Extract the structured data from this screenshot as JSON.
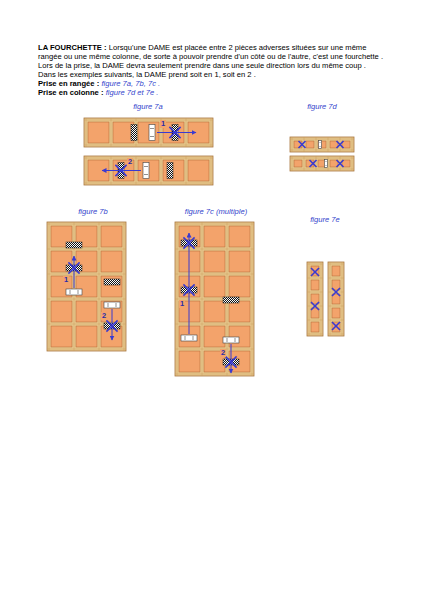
{
  "diagram": {
    "title": "LA FOURCHETTE :",
    "labels": [
      "Lorsqu'une DAME est placée entre 2 pièces adverses situées sur une même rangée ou une même colonne, de sorte à pouvoir prendre d'un côté ou de l'autre, c'est une fourchette .",
      "Lors de la prise, la DAME devra seulement prendre dans une seule direction lors du même coup .",
      "Dans les exemples suivants, la DAME prend soit en 1, soit en 2 .",
      "Prise en rangée :",
      "figure 7a, 7b, 7c .",
      "Prise en colonne :",
      "figure 7d et 7e .",
      "figure 7a",
      "figure 7d",
      "1",
      "2",
      "figure 7b",
      "figure 7c (multiple)",
      "figure 7e",
      "1",
      "2",
      "1",
      "2"
    ]
  }
}
